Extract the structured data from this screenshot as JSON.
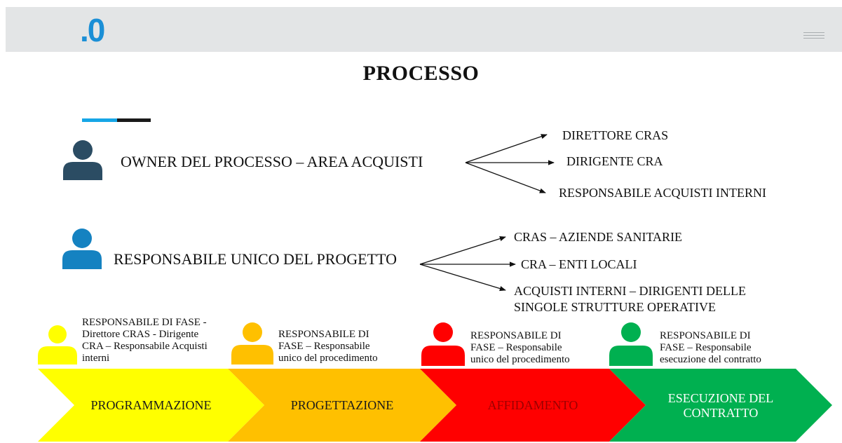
{
  "header": {
    "logo": ".0",
    "menu_icon": "hamburger-icon"
  },
  "page": {
    "title": "PROCESSO"
  },
  "owner": {
    "label": "OWNER DEL PROCESSO – AREA ACQUISTI",
    "color": "#2b4c63",
    "targets": [
      "DIRETTORE CRAS",
      "DIRIGENTE CRA",
      "RESPONSABILE ACQUISTI INTERNI"
    ]
  },
  "rup": {
    "label": "RESPONSABILE UNICO DEL PROGETTO",
    "color": "#1582c1",
    "targets": [
      "CRAS – AZIENDE SANITARIE",
      "CRA – ENTI LOCALI",
      "ACQUISTI INTERNI – DIRIGENTI DELLE",
      "SINGOLE STRUTTURE OPERATIVE"
    ]
  },
  "phases": [
    {
      "name": "PROGRAMMAZIONE",
      "name_line2": "",
      "color": "#ffff00",
      "text_color": "#1a1a1a",
      "resp": [
        "RESPONSABILE DI FASE -",
        "Direttore CRAS - Dirigente",
        "CRA – Responsabile Acquisti",
        "interni"
      ]
    },
    {
      "name": "PROGETTAZIONE",
      "name_line2": "",
      "color": "#ffc000",
      "text_color": "#1a1a1a",
      "resp": [
        "RESPONSABILE DI",
        "FASE – Responsabile",
        "unico del procedimento",
        ""
      ]
    },
    {
      "name": "AFFIDAMENTO",
      "name_line2": "",
      "color": "#ff0000",
      "text_color": "#9a0000",
      "resp": [
        "RESPONSABILE DI",
        "FASE – Responsabile",
        "unico del procedimento",
        ""
      ]
    },
    {
      "name": "ESECUZIONE DEL",
      "name_line2": "CONTRATTO",
      "color": "#00b050",
      "text_color": "#ffffff",
      "resp": [
        "RESPONSABILE DI",
        "FASE – Responsabile",
        "esecuzione del contratto",
        ""
      ]
    }
  ]
}
